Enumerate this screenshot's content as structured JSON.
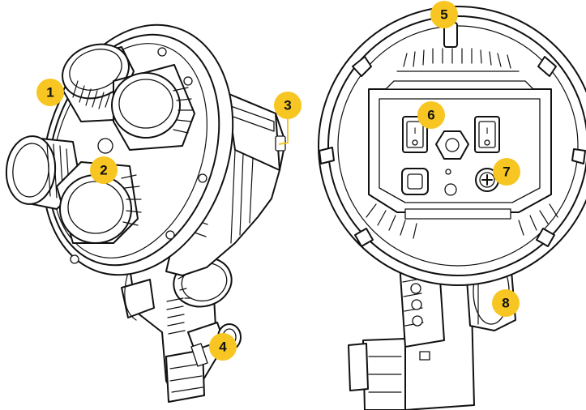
{
  "colors": {
    "callout_fill": "#F7C622",
    "callout_text": "#111111",
    "line": "#111111"
  },
  "callouts": [
    {
      "id": 1,
      "label": "1"
    },
    {
      "id": 2,
      "label": "2"
    },
    {
      "id": 3,
      "label": "3"
    },
    {
      "id": 4,
      "label": "4"
    },
    {
      "id": 5,
      "label": "5"
    },
    {
      "id": 6,
      "label": "6"
    },
    {
      "id": 7,
      "label": "7"
    },
    {
      "id": 8,
      "label": "8"
    }
  ],
  "switches": {
    "left_mark": "I",
    "right_mark": "I"
  }
}
